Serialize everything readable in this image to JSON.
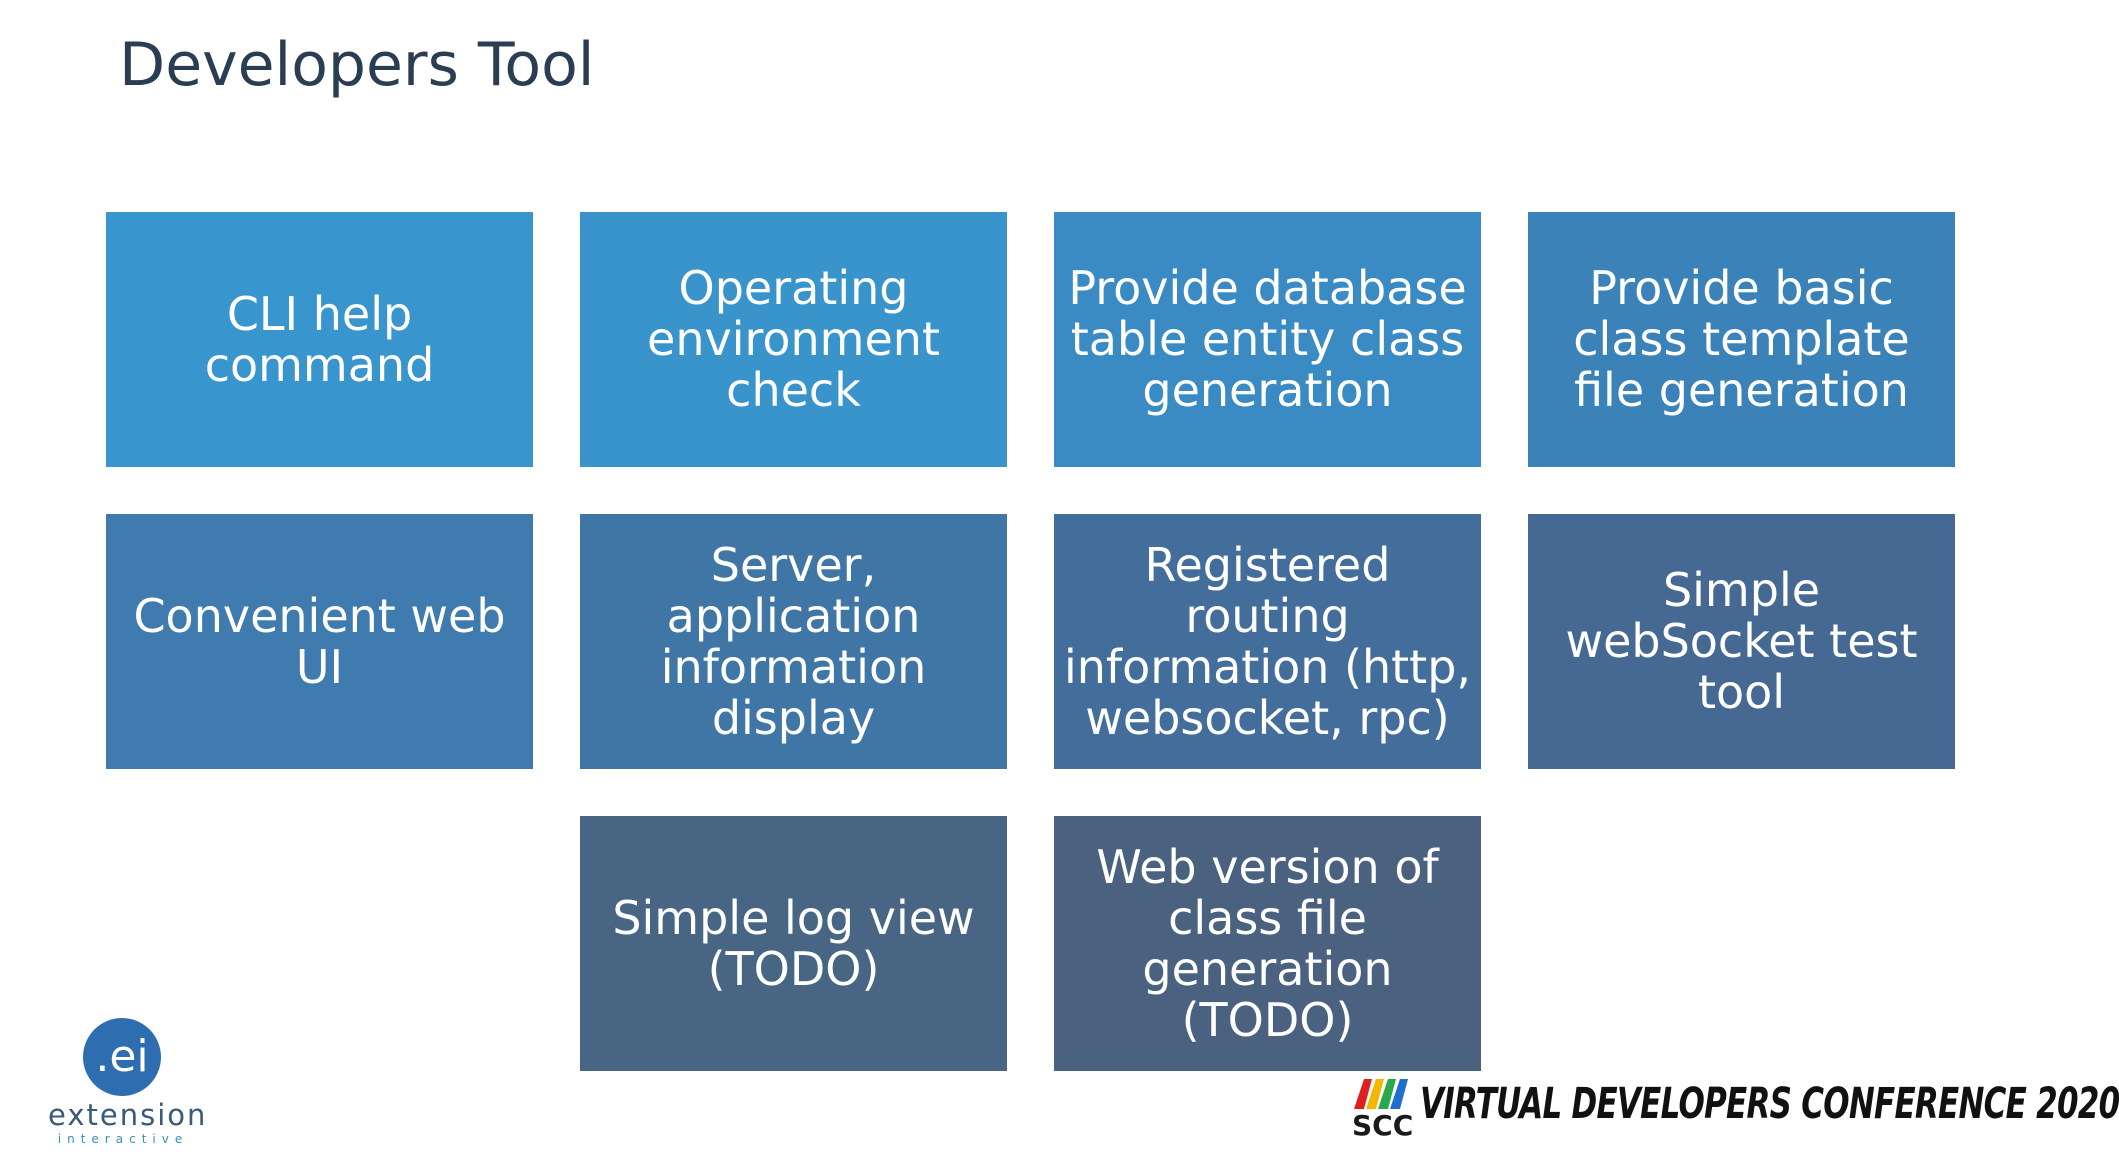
{
  "title": "Developers Tool",
  "boxes": [
    {
      "text": "CLI help command",
      "color": "#3895cd"
    },
    {
      "text": "Operating environment check",
      "color": "#3894cb"
    },
    {
      "text": "Provide database table entity class generation",
      "color": "#3a8bc4"
    },
    {
      "text": "Provide basic class template file generation",
      "color": "#3b82b9"
    },
    {
      "text": "Convenient web UI",
      "color": "#3f7bae"
    },
    {
      "text": "Server, application information display",
      "color": "#4076a6"
    },
    {
      "text": "Registered routing information (http, websocket, rpc)",
      "color": "#436e9c"
    },
    {
      "text": "Simple webSocket test tool",
      "color": "#466993"
    },
    {
      "text": "Simple log view (TODO)",
      "color": "#486584"
    },
    {
      "text": "Web version of class file generation (TODO)",
      "color": "#4a627f"
    }
  ],
  "logo": {
    "mark": ".ei",
    "name": "extension",
    "tagline": "interactive"
  },
  "conference": {
    "short": "SCC",
    "name": "VIRTUAL DEVELOPERS CONFERENCE 2020"
  }
}
